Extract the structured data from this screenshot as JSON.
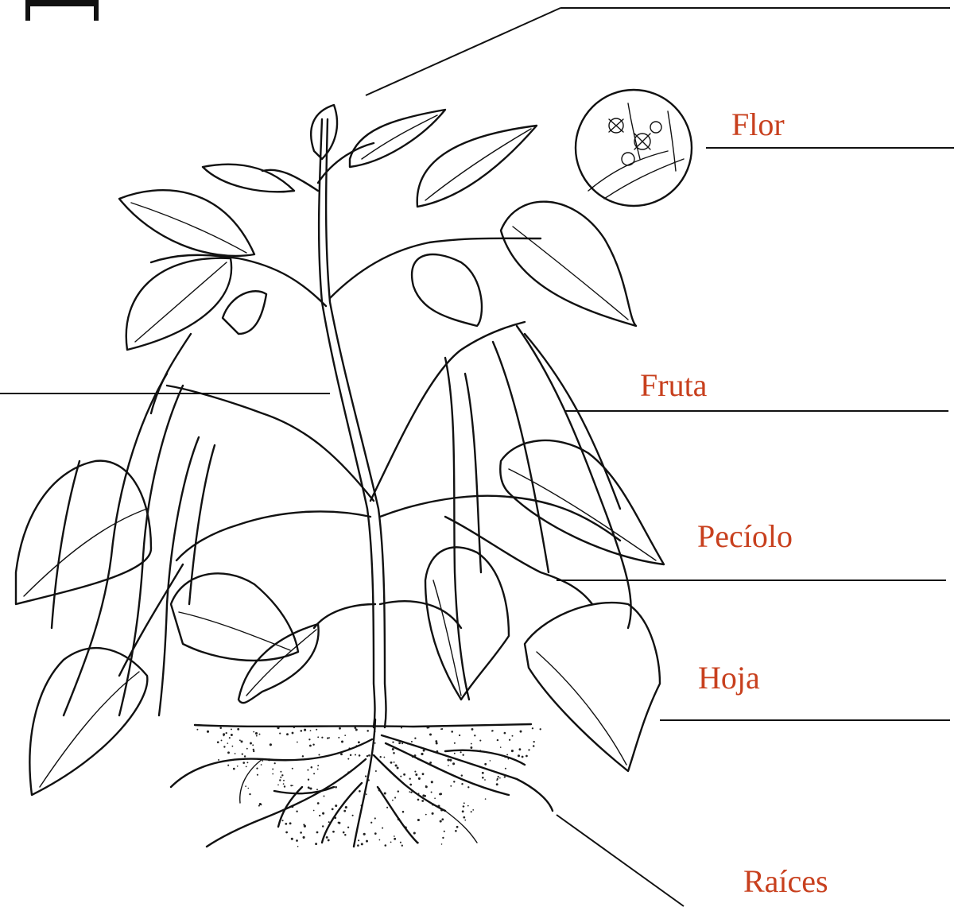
{
  "labels": {
    "flor": "Flor",
    "fruta": "Fruta",
    "peciolo": "Pecíolo",
    "hoja": "Hoja",
    "raices": "Raíces"
  },
  "colors": {
    "label_text": "#c8401e",
    "line_art": "#111111",
    "background": "#ffffff"
  }
}
